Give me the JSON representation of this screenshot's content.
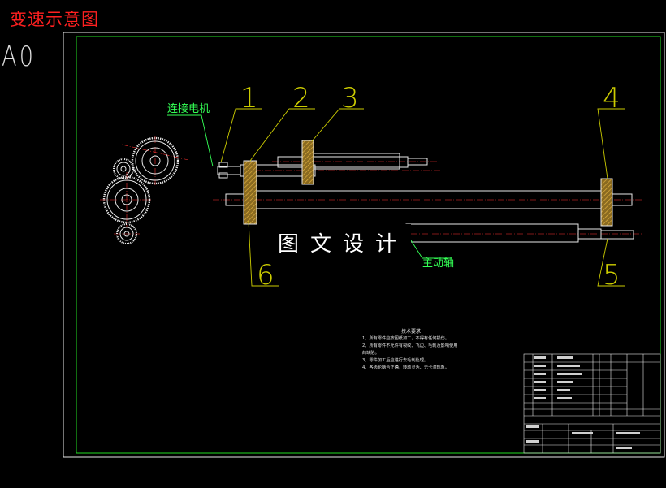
{
  "page": {
    "title": "变速示意图",
    "sheet_size": "A0"
  },
  "watermark": "图文设计",
  "labels": {
    "motor": "连接电机",
    "main_shaft": "主动轴",
    "n1": "1",
    "n2": "2",
    "n3": "3",
    "n4": "4",
    "n5": "5",
    "n6": "6"
  },
  "tech_requirements": {
    "title": "技术要求",
    "items": [
      "1、所有零件应按图纸加工，不得有任何损伤。",
      "2、所有零件不允许有裂纹、飞边、毛刺及影响使用的缺陷。",
      "3、零件加工后应进行去毛刺处理。",
      "4、各齿轮啮合正确，转动灵活、无卡滞现象。"
    ]
  },
  "colors": {
    "frame": "#ffffff",
    "frame_inner": "#22dd22",
    "leader": "#cccc00",
    "red_text": "#ff2020",
    "callout": "#33ff55",
    "hatch": "#c8a040",
    "center_line": "#ff3333"
  }
}
